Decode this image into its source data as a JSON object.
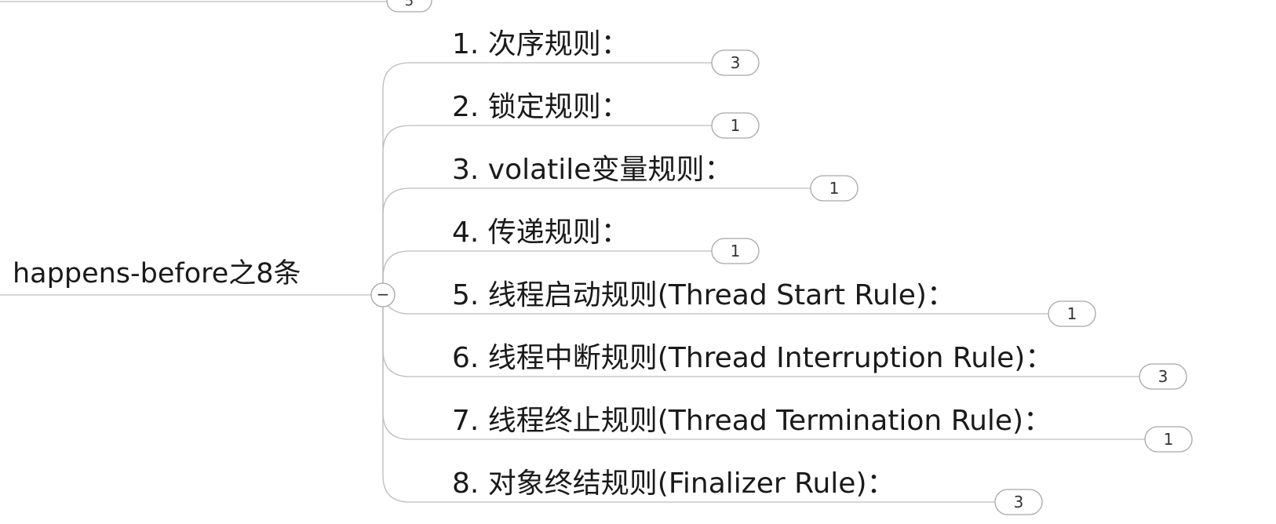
{
  "colors": {
    "line": "#bdbdbd",
    "text": "#1a1a1a",
    "badge_border": "#a6a6a6",
    "background": "#ffffff"
  },
  "top_partial_badge": {
    "count": "5"
  },
  "root": {
    "label": "happens-before之8条",
    "collapse_symbol": "−"
  },
  "rules": [
    {
      "label": "1. 次序规则：",
      "count": "3"
    },
    {
      "label": "2. 锁定规则：",
      "count": "1"
    },
    {
      "label": "3. volatile变量规则：",
      "count": "1"
    },
    {
      "label": "4. 传递规则：",
      "count": "1"
    },
    {
      "label": "5. 线程启动规则(Thread Start Rule)：",
      "count": "1"
    },
    {
      "label": "6. 线程中断规则(Thread Interruption Rule)：",
      "count": "3"
    },
    {
      "label": "7. 线程终止规则(Thread Termination Rule)：",
      "count": "1"
    },
    {
      "label": "8. 对象终结规则(Finalizer Rule)：",
      "count": "3"
    }
  ]
}
